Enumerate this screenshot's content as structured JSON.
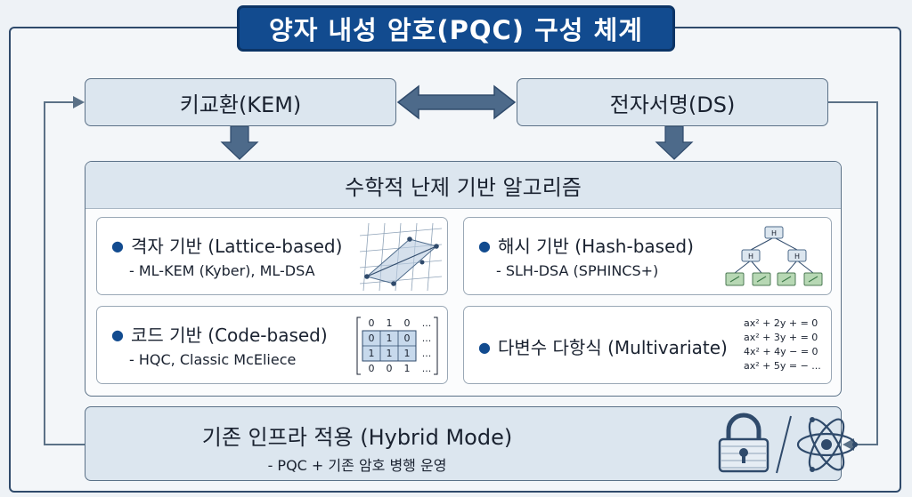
{
  "title": "양자 내성 암호(PQC) 구성 체계",
  "kem": {
    "label": "키교환(KEM)"
  },
  "ds": {
    "label": "전자서명(DS)"
  },
  "math": {
    "header": "수학적 난제 기반 알고리즘",
    "lattice": {
      "title": "격자 기반 (Lattice-based)",
      "sub": "- ML-KEM (Kyber), ML-DSA"
    },
    "hash": {
      "title": "해시 기반 (Hash-based)",
      "sub": "- SLH-DSA (SPHINCS+)",
      "node_label": "H"
    },
    "code": {
      "title": "코드 기반 (Code-based)",
      "sub": "- HQC, Classic McEliece",
      "matrix": [
        [
          "0",
          "1",
          "0",
          "..."
        ],
        [
          "0",
          "1",
          "0",
          "..."
        ],
        [
          "1",
          "1",
          "1",
          "..."
        ],
        [
          "0",
          "0",
          "1",
          "..."
        ]
      ]
    },
    "multivariate": {
      "title": "다변수 다항식 (Multivariate)",
      "equations": [
        "ax² + 2y + = 0",
        "ax² + 3y + = 0",
        "4x² + 4y − = 0",
        "ax² + 5y = − ..."
      ]
    }
  },
  "hybrid": {
    "title": "기존 인프라 적용 (Hybrid Mode)",
    "sub": "- PQC + 기존 암호 병행 운영"
  },
  "icons": [
    "lock-icon",
    "atom-icon"
  ],
  "colors": {
    "banner": "#124b8f",
    "box": "#dce6ef",
    "border": "#5b7187",
    "arrow": "#2f4a6b"
  }
}
